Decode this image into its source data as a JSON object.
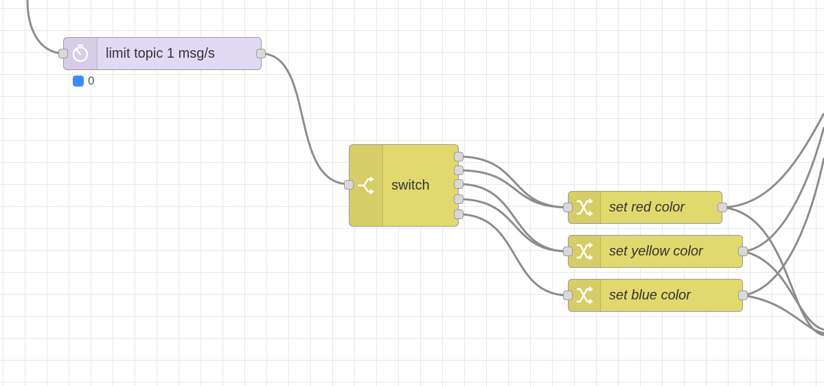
{
  "nodes": {
    "delay": {
      "label": "limit topic 1 msg/s",
      "icon": "timer-icon",
      "color": "#e2d9f5",
      "status_text": "0",
      "status_color": "#3b8cff"
    },
    "switch": {
      "label": "switch",
      "icon": "switch-icon",
      "color": "#e2d96e"
    },
    "set_red": {
      "label": "set red color",
      "icon": "change-icon",
      "color": "#e2d96e"
    },
    "set_yellow": {
      "label": "set yellow color",
      "icon": "change-icon",
      "color": "#e2d96e"
    },
    "set_blue": {
      "label": "set blue color",
      "icon": "change-icon",
      "color": "#e2d96e"
    }
  },
  "wire_color": "#8c8c8c"
}
